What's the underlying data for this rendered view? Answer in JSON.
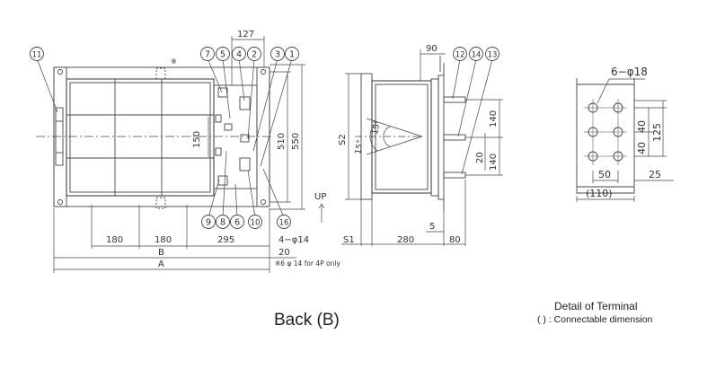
{
  "callouts": [
    "11",
    "7",
    "5",
    "4",
    "2",
    "3",
    "1",
    "12",
    "14",
    "13",
    "9",
    "8",
    "6",
    "10",
    "16"
  ],
  "asterisk": "※",
  "dims": {
    "d127": "127",
    "d150": "150",
    "d510": "510",
    "d550": "550",
    "d180a": "180",
    "d180b": "180",
    "d295": "295",
    "dB": "B",
    "dA": "A",
    "d20": "20",
    "d4phi14": "4−φ14",
    "note4p": "※6 φ 14 for 4P only",
    "up": "UP",
    "d90": "90",
    "dS2": "S2",
    "angle1": "15°",
    "angle2": "15°",
    "d140a": "140",
    "d140b": "140",
    "d20b": "20",
    "dS1": "S1",
    "d280": "280",
    "d5": "5",
    "d80": "80",
    "d6phi18": "6−φ18",
    "d40a": "40",
    "d40b": "40",
    "d125": "125",
    "d50": "50",
    "d110": "(110)",
    "d25": "25"
  },
  "captions": {
    "back": "Back (B)",
    "detail_title": "Detail of Terminal",
    "detail_note": "(    ) : Connectable dimension"
  }
}
